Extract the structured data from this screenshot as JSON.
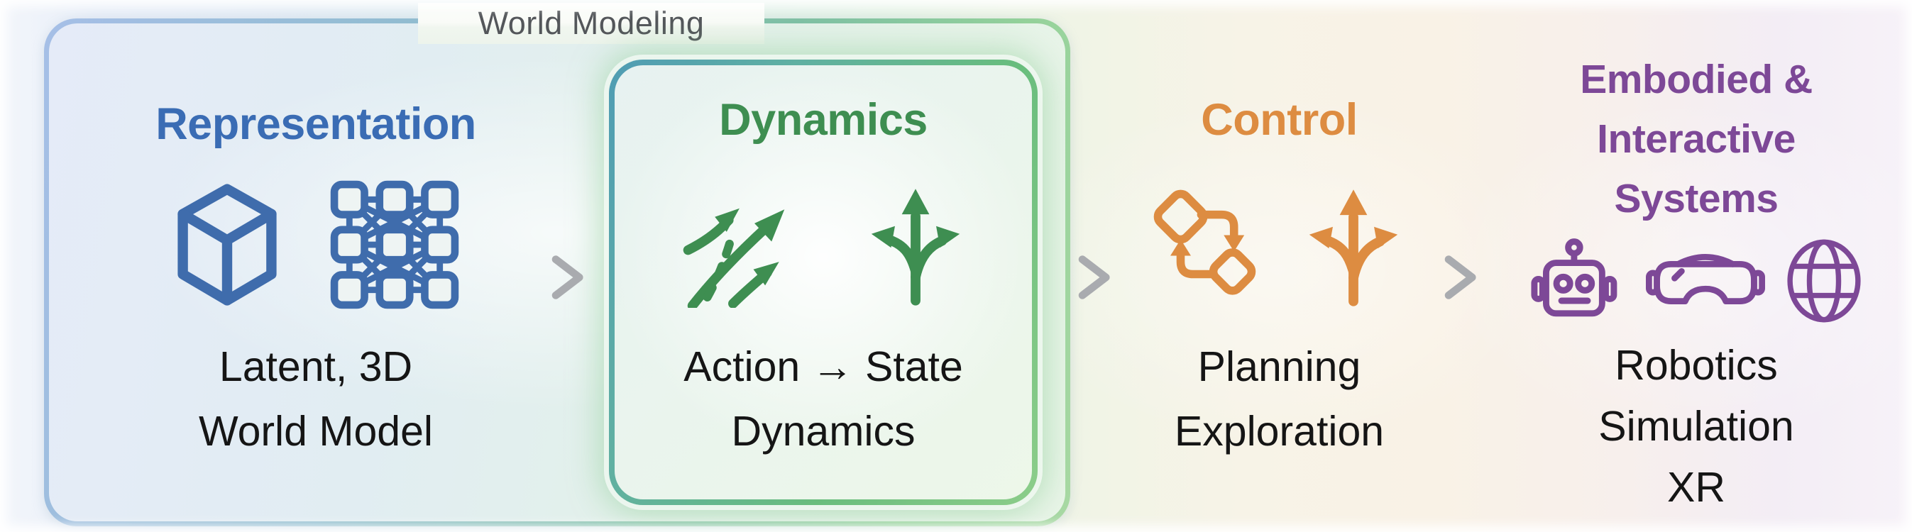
{
  "frame": {
    "label": "World Modeling"
  },
  "sections": {
    "representation": {
      "title": "Representation",
      "caption_line1": "Latent, 3D",
      "caption_line2": "World Model",
      "accent_color": "#3a6cb4",
      "icons": [
        "cube-icon",
        "mesh-grid-icon"
      ]
    },
    "dynamics": {
      "title": "Dynamics",
      "caption_line1": "Action → State",
      "caption_line2": "Dynamics",
      "accent_color": "#3e8e51",
      "icons": [
        "trend-arrows-icon",
        "branch-arrow-icon"
      ],
      "highlighted": true
    },
    "control": {
      "title": "Control",
      "caption_line1": "Planning",
      "caption_line2": "Exploration",
      "accent_color": "#dd8c41",
      "icons": [
        "workflow-cycle-icon",
        "branch-arrow-icon"
      ]
    },
    "embodied": {
      "title_line1": "Embodied &",
      "title_line2": "Interactive",
      "title_line3": "Systems",
      "caption_line1": "Robotics",
      "caption_line2": "Simulation",
      "caption_line3": "XR",
      "accent_color": "#7d4897",
      "icons": [
        "robot-icon",
        "vr-headset-icon",
        "globe-icon"
      ]
    }
  },
  "flow": {
    "arrow_color": "#a9abaf",
    "connector_count": 3
  }
}
